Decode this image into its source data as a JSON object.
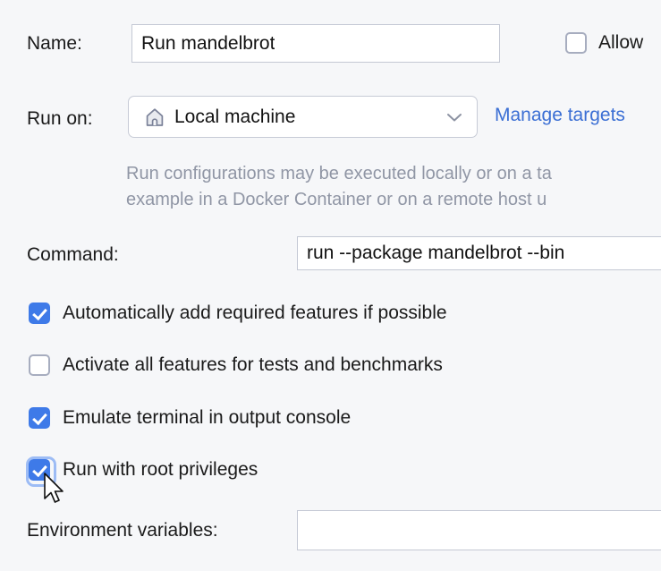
{
  "form": {
    "name_row": {
      "label": "Name:",
      "value": "Run mandelbrot",
      "placeholder": ""
    },
    "allow_checkbox": {
      "label": "Allow",
      "checked": false
    },
    "run_on_row": {
      "label": "Run on:",
      "selected": "Local machine",
      "icon": "home-icon",
      "chevron": "chevron-down-icon",
      "link": "Manage targets"
    },
    "hint": {
      "line1": "Run configurations may be executed locally or on a ta",
      "line2": "example in a Docker Container or on a remote host u"
    },
    "command_row": {
      "label": "Command:",
      "value": "run --package mandelbrot --bin",
      "placeholder": ""
    },
    "checkboxes": [
      {
        "label": "Automatically add required features if possible",
        "checked": true,
        "focused": false
      },
      {
        "label": "Activate all features for tests and benchmarks",
        "checked": false,
        "focused": false
      },
      {
        "label": "Emulate terminal in output console",
        "checked": true,
        "focused": false
      },
      {
        "label": "Run with root privileges",
        "checked": true,
        "focused": true
      }
    ],
    "env_row": {
      "label": "Environment variables:",
      "value": "",
      "placeholder": ""
    }
  },
  "colors": {
    "background": "#f6f7f9",
    "accent_blue": "#3e7ae8",
    "link_blue": "#3b6fd4",
    "focus_ring": "#9dbcf5",
    "field_border": "#c4c8d4",
    "hint_text": "#9096a5",
    "text": "#1a1a1a"
  }
}
